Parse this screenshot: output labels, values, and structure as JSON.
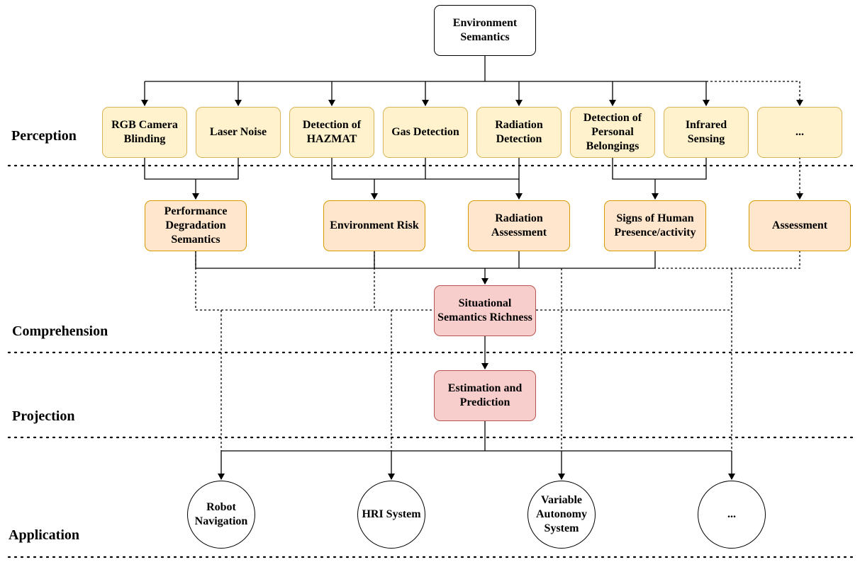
{
  "root": {
    "label": "Environment\nSemantics"
  },
  "perception": {
    "layer_label": "Perception",
    "nodes": [
      {
        "label": "RGB Camera\nBlinding"
      },
      {
        "label": "Laser Noise"
      },
      {
        "label": "Detection of\nHAZMAT"
      },
      {
        "label": "Gas Detection"
      },
      {
        "label": "Radiation\nDetection"
      },
      {
        "label": "Detection of\nPersonal\nBelongings"
      },
      {
        "label": "Infrared\nSensing"
      },
      {
        "label": "..."
      }
    ]
  },
  "semantics": {
    "nodes": [
      {
        "label": "Performance\nDegradation\nSemantics"
      },
      {
        "label": "Environment Risk"
      },
      {
        "label": "Radiation\nAssessment"
      },
      {
        "label": "Signs of Human\nPresence/activity"
      },
      {
        "label": "Assessment"
      }
    ]
  },
  "comprehension": {
    "layer_label": "Comprehension",
    "node": {
      "label": "Situational\nSemantics Richness"
    }
  },
  "projection": {
    "layer_label": "Projection",
    "node": {
      "label": "Estimation and\nPrediction"
    }
  },
  "application": {
    "layer_label": "Application",
    "nodes": [
      {
        "label": "Robot\nNavigation"
      },
      {
        "label": "HRI System"
      },
      {
        "label": "Variable\nAutonomy\nSystem"
      },
      {
        "label": "..."
      }
    ]
  },
  "colors": {
    "perception_fill": "#fff2cc",
    "perception_stroke": "#d6b656",
    "semantics_fill": "#ffe6cc",
    "semantics_stroke": "#d79b00",
    "situation_fill": "#f8cecc",
    "situation_stroke": "#b85450"
  }
}
